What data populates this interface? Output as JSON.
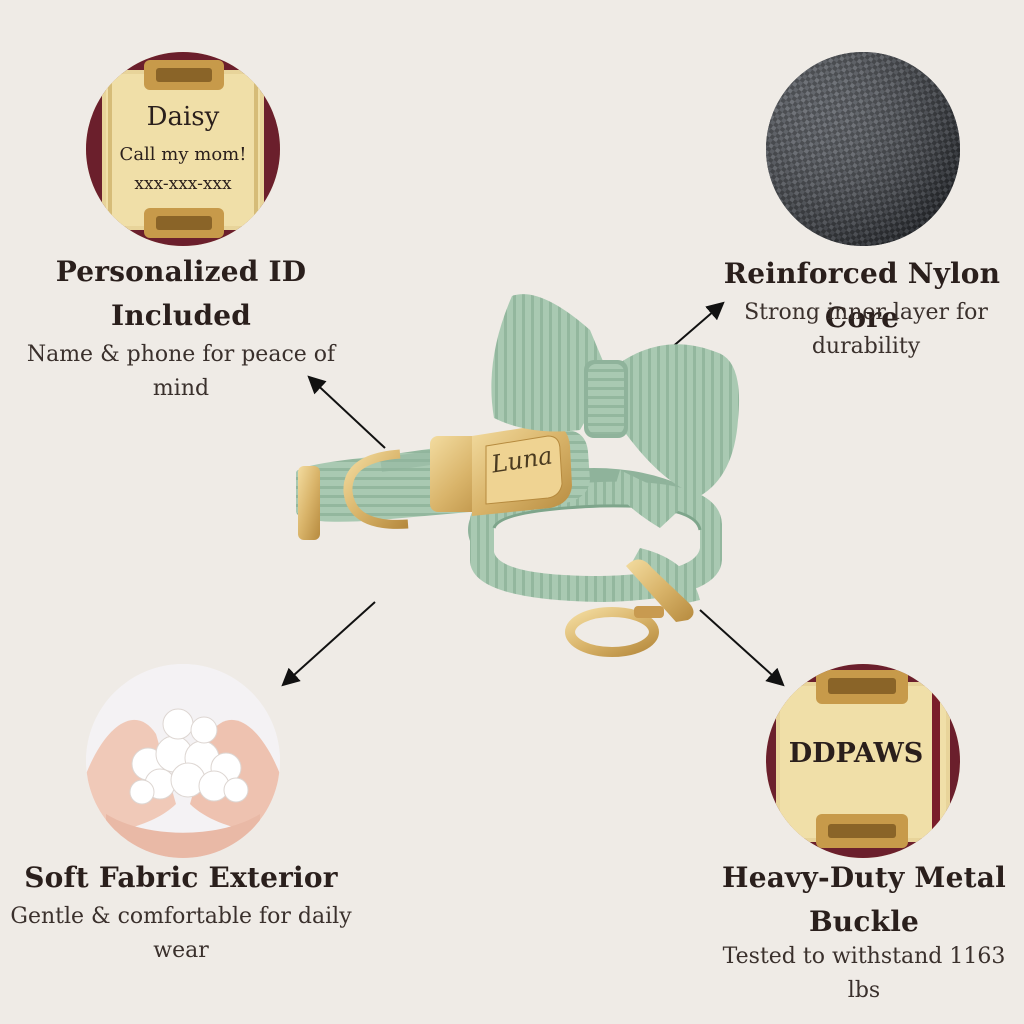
{
  "features": [
    {
      "title": "Personalized ID Included",
      "subtitle": "Name & phone for peace of mind",
      "icon": "engraved-tag-icon",
      "tag_lines": [
        "Daisy",
        "Call my mom!",
        "xxx-xxx-xxx"
      ]
    },
    {
      "title": "Reinforced Nylon Core",
      "subtitle": "Strong inner layer for durability",
      "icon": "nylon-texture-icon"
    },
    {
      "title": "Soft Fabric Exterior",
      "subtitle": "Gentle & comfortable for daily wear",
      "icon": "cotton-hands-icon"
    },
    {
      "title": "Heavy-Duty Metal Buckle",
      "subtitle": "Tested to withstand 1163 lbs",
      "icon": "metal-buckle-icon",
      "buckle_text": "DDPAWS"
    }
  ],
  "product": {
    "buckle_engraving": "Luna",
    "colors": {
      "fabric": "#a9c9b2",
      "fabric_dark": "#8fb39b",
      "gold": "#d9b46a",
      "background": "#efebe6"
    }
  }
}
